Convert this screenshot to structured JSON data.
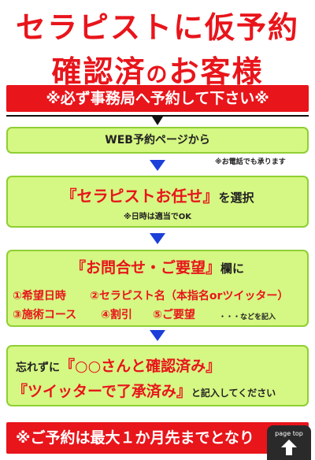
{
  "title": {
    "line1": "セラピストに仮予約",
    "line2_a": "確認済",
    "line2_b": "の",
    "line2_c": "お客様"
  },
  "banner_top": "※必ず事務局へ予約して下さい※",
  "step1": {
    "text": "WEB予約ページから",
    "note": "※お電話でも承ります"
  },
  "step2": {
    "main": "『セラピストお任せ』",
    "suffix": "を選択",
    "note": "※日時は適当でOK"
  },
  "step3": {
    "main": "『お問合せ・ご要望』",
    "suffix": "欄に",
    "items": [
      "①希望日時",
      "②セラピスト名（本指名orツイッター）",
      "③施術コース",
      "④割引",
      "⑤ご要望"
    ],
    "etc": "・・・などを記入"
  },
  "step4": {
    "prefix": "忘れずに",
    "line1": "『○○さんと確認済み』",
    "line2": "『ツイッターで了承済み』",
    "suffix": "と記入してください"
  },
  "banner_bottom": "※ご予約は最大１か月先までとなり",
  "page_top_label": "page top",
  "colors": {
    "red": "#e8151b",
    "green_fill": "#d5f783",
    "green_border": "#8fcf34",
    "blue_arrow": "#1b3fd8"
  }
}
